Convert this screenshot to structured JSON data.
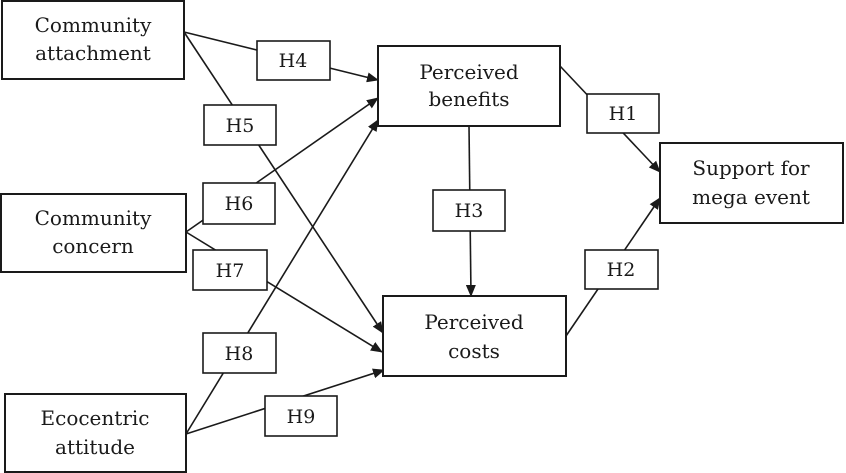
{
  "constructs": {
    "community_attachment": {
      "line1": "Community",
      "line2": "attachment"
    },
    "community_concern": {
      "line1": "Community",
      "line2": "concern"
    },
    "ecocentric_attitude": {
      "line1": "Ecocentric",
      "line2": "attitude"
    },
    "perceived_benefits": {
      "line1": "Perceived",
      "line2": "benefits"
    },
    "perceived_costs": {
      "line1": "Perceived",
      "line2": "costs"
    },
    "support_for_mega_event": {
      "line1": "Support for",
      "line2": "mega event"
    }
  },
  "hypotheses": {
    "h1": "H1",
    "h2": "H2",
    "h3": "H3",
    "h4": "H4",
    "h5": "H5",
    "h6": "H6",
    "h7": "H7",
    "h8": "H8",
    "h9": "H9"
  }
}
